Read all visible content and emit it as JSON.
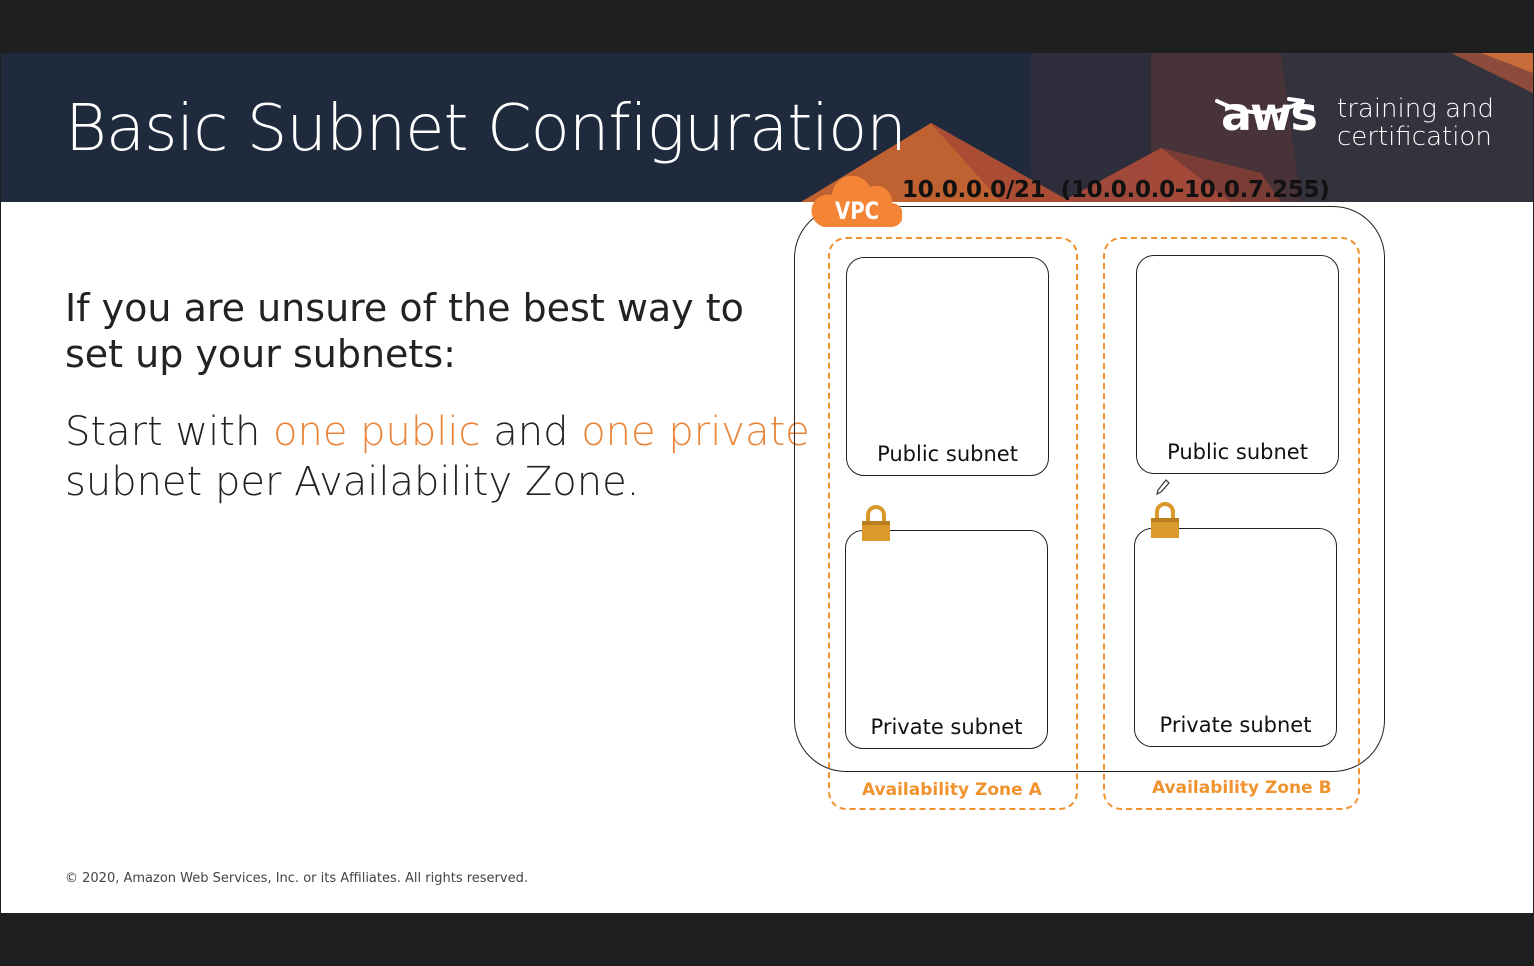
{
  "slide": {
    "title": "Basic Subnet Configuration",
    "logo": {
      "wordmark": "aws",
      "tagline_line1": "training and",
      "tagline_line2": "certification"
    },
    "lead_line1": "If you are unsure of the best way to",
    "lead_line2": "set up your subnets:",
    "body": {
      "part1": "Start with ",
      "highlight1": "one public",
      "part2": " and ",
      "highlight2": "one private",
      "line2": "subnet per Availability Zone."
    },
    "copyright": "© 2020, Amazon Web Services, Inc. or its Affiliates. All rights reserved."
  },
  "diagram": {
    "vpc_badge": "VPC",
    "vpc_cidr": "10.0.0.0/21  (10.0.0.0-10.0.7.255)",
    "zone_a": {
      "label": "Availability Zone A",
      "public_subnet": "Public subnet",
      "private_subnet": "Private subnet"
    },
    "zone_b": {
      "label": "Availability Zone B",
      "public_subnet": "Public subnet",
      "private_subnet": "Private subnet"
    },
    "icons": [
      "cloud-icon",
      "lock-icon",
      "lock-icon",
      "pencil-icon"
    ]
  },
  "colors": {
    "banner": "#1f2a3c",
    "accent_orange": "#e8853a",
    "zone_dash": "#f0922e",
    "vpc_cloud": "#f58536",
    "lock_gold": "#d99a2b"
  }
}
